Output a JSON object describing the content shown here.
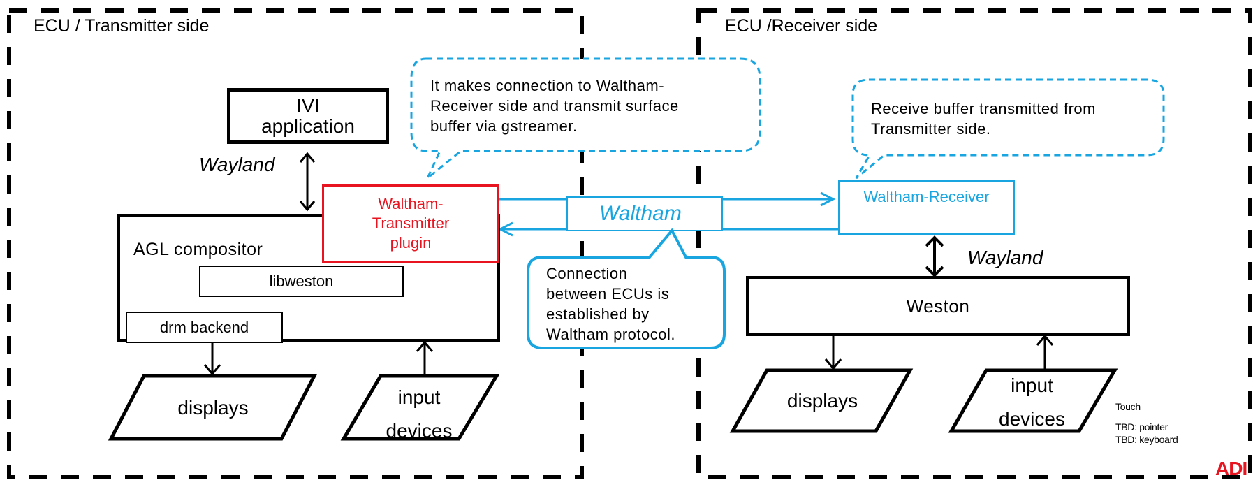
{
  "regions": {
    "transmitter": {
      "title": "ECU / Transmitter side"
    },
    "receiver": {
      "title": "ECU /Receiver side"
    }
  },
  "transmitter": {
    "ivi_app": "IVI\napplication",
    "wayland_label": "Wayland",
    "compositor_label": "AGL compositor",
    "libweston": "libweston",
    "drm_backend": "drm backend",
    "plugin": "Waltham-\nTransmitter\nplugin",
    "displays": "displays",
    "input_devices": "input\ndevices",
    "callout": "It makes connection to Waltham-\nReceiver side and transmit surface\nbuffer via gstreamer."
  },
  "middle": {
    "protocol_label": "Waltham",
    "callout": "Connection\nbetween ECUs is\nestablished by\nWaltham protocol."
  },
  "receiver": {
    "waltham_receiver": "Waltham-Receiver",
    "wayland_label": "Wayland",
    "weston": "Weston",
    "displays": "displays",
    "input_devices": "input\ndevices",
    "callout": "Receive buffer transmitted from\nTransmitter side.",
    "input_notes": [
      "Touch",
      "TBD: pointer",
      "TBD: keyboard"
    ]
  },
  "logo_text": "ADI",
  "colors": {
    "black": "#000000",
    "plugin_red": "#e8141f",
    "waltham_blue": "#19a6e0",
    "logo_red": "#e8141f"
  }
}
